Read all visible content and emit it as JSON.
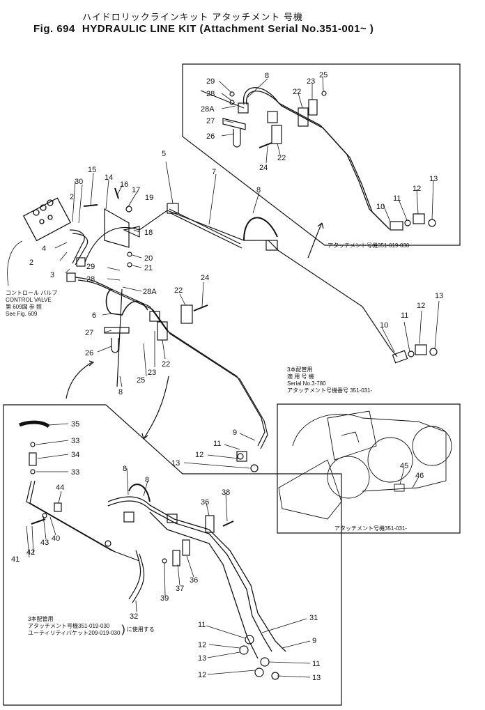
{
  "header": {
    "title_jp": "ハイドロリックラインキット アタッチメント 号機",
    "fig": "Fig. 694",
    "title_en": "HYDRAULIC LINE KIT (Attachment Serial No.351-001~ )"
  },
  "notes": {
    "control_valve_jp": "コントロール バルブ",
    "control_valve_en": "CONTROL VALVE",
    "see_jp": "第 609図 参 照",
    "see_en": "See Fig. 609",
    "top_inset_serial": "アタッチメント号機351-019-030",
    "three_valve_jp": "3本配管用",
    "applicable_jp": "適 用 号 機",
    "serial_range": "Serial No.3-780",
    "attachment_serial": "アタッチメント号機番号 351-031-",
    "right_inset_serial": "アタッチメント号機351-031-",
    "bottom_title": "3本配管用",
    "bottom_line1": "アタッチメント号機351-019-030",
    "bottom_line2": "ユーティリティバケット209-019-030",
    "bottom_suffix": "に使用する"
  },
  "labels": {
    "n2": "2",
    "n3": "3",
    "n4": "4",
    "n5": "5",
    "n6": "6",
    "n7": "7",
    "n8": "8",
    "n9": "9",
    "n10": "10",
    "n11": "11",
    "n12": "12",
    "n13": "13",
    "n14": "14",
    "n15": "15",
    "n16": "16",
    "n17": "17",
    "n18": "18",
    "n19": "19",
    "n20": "20",
    "n21": "21",
    "n22": "22",
    "n23": "23",
    "n24": "24",
    "n25": "25",
    "n26": "26",
    "n27": "27",
    "n28": "28",
    "n28a": "28A",
    "n29": "29",
    "n30": "30",
    "n31": "31",
    "n32": "32",
    "n33": "33",
    "n34": "34",
    "n35": "35",
    "n36": "36",
    "n37": "37",
    "n38": "38",
    "n39": "39",
    "n40": "40",
    "n41": "41",
    "n42": "42",
    "n43": "43",
    "n44": "44",
    "n45": "45",
    "n46": "46"
  }
}
